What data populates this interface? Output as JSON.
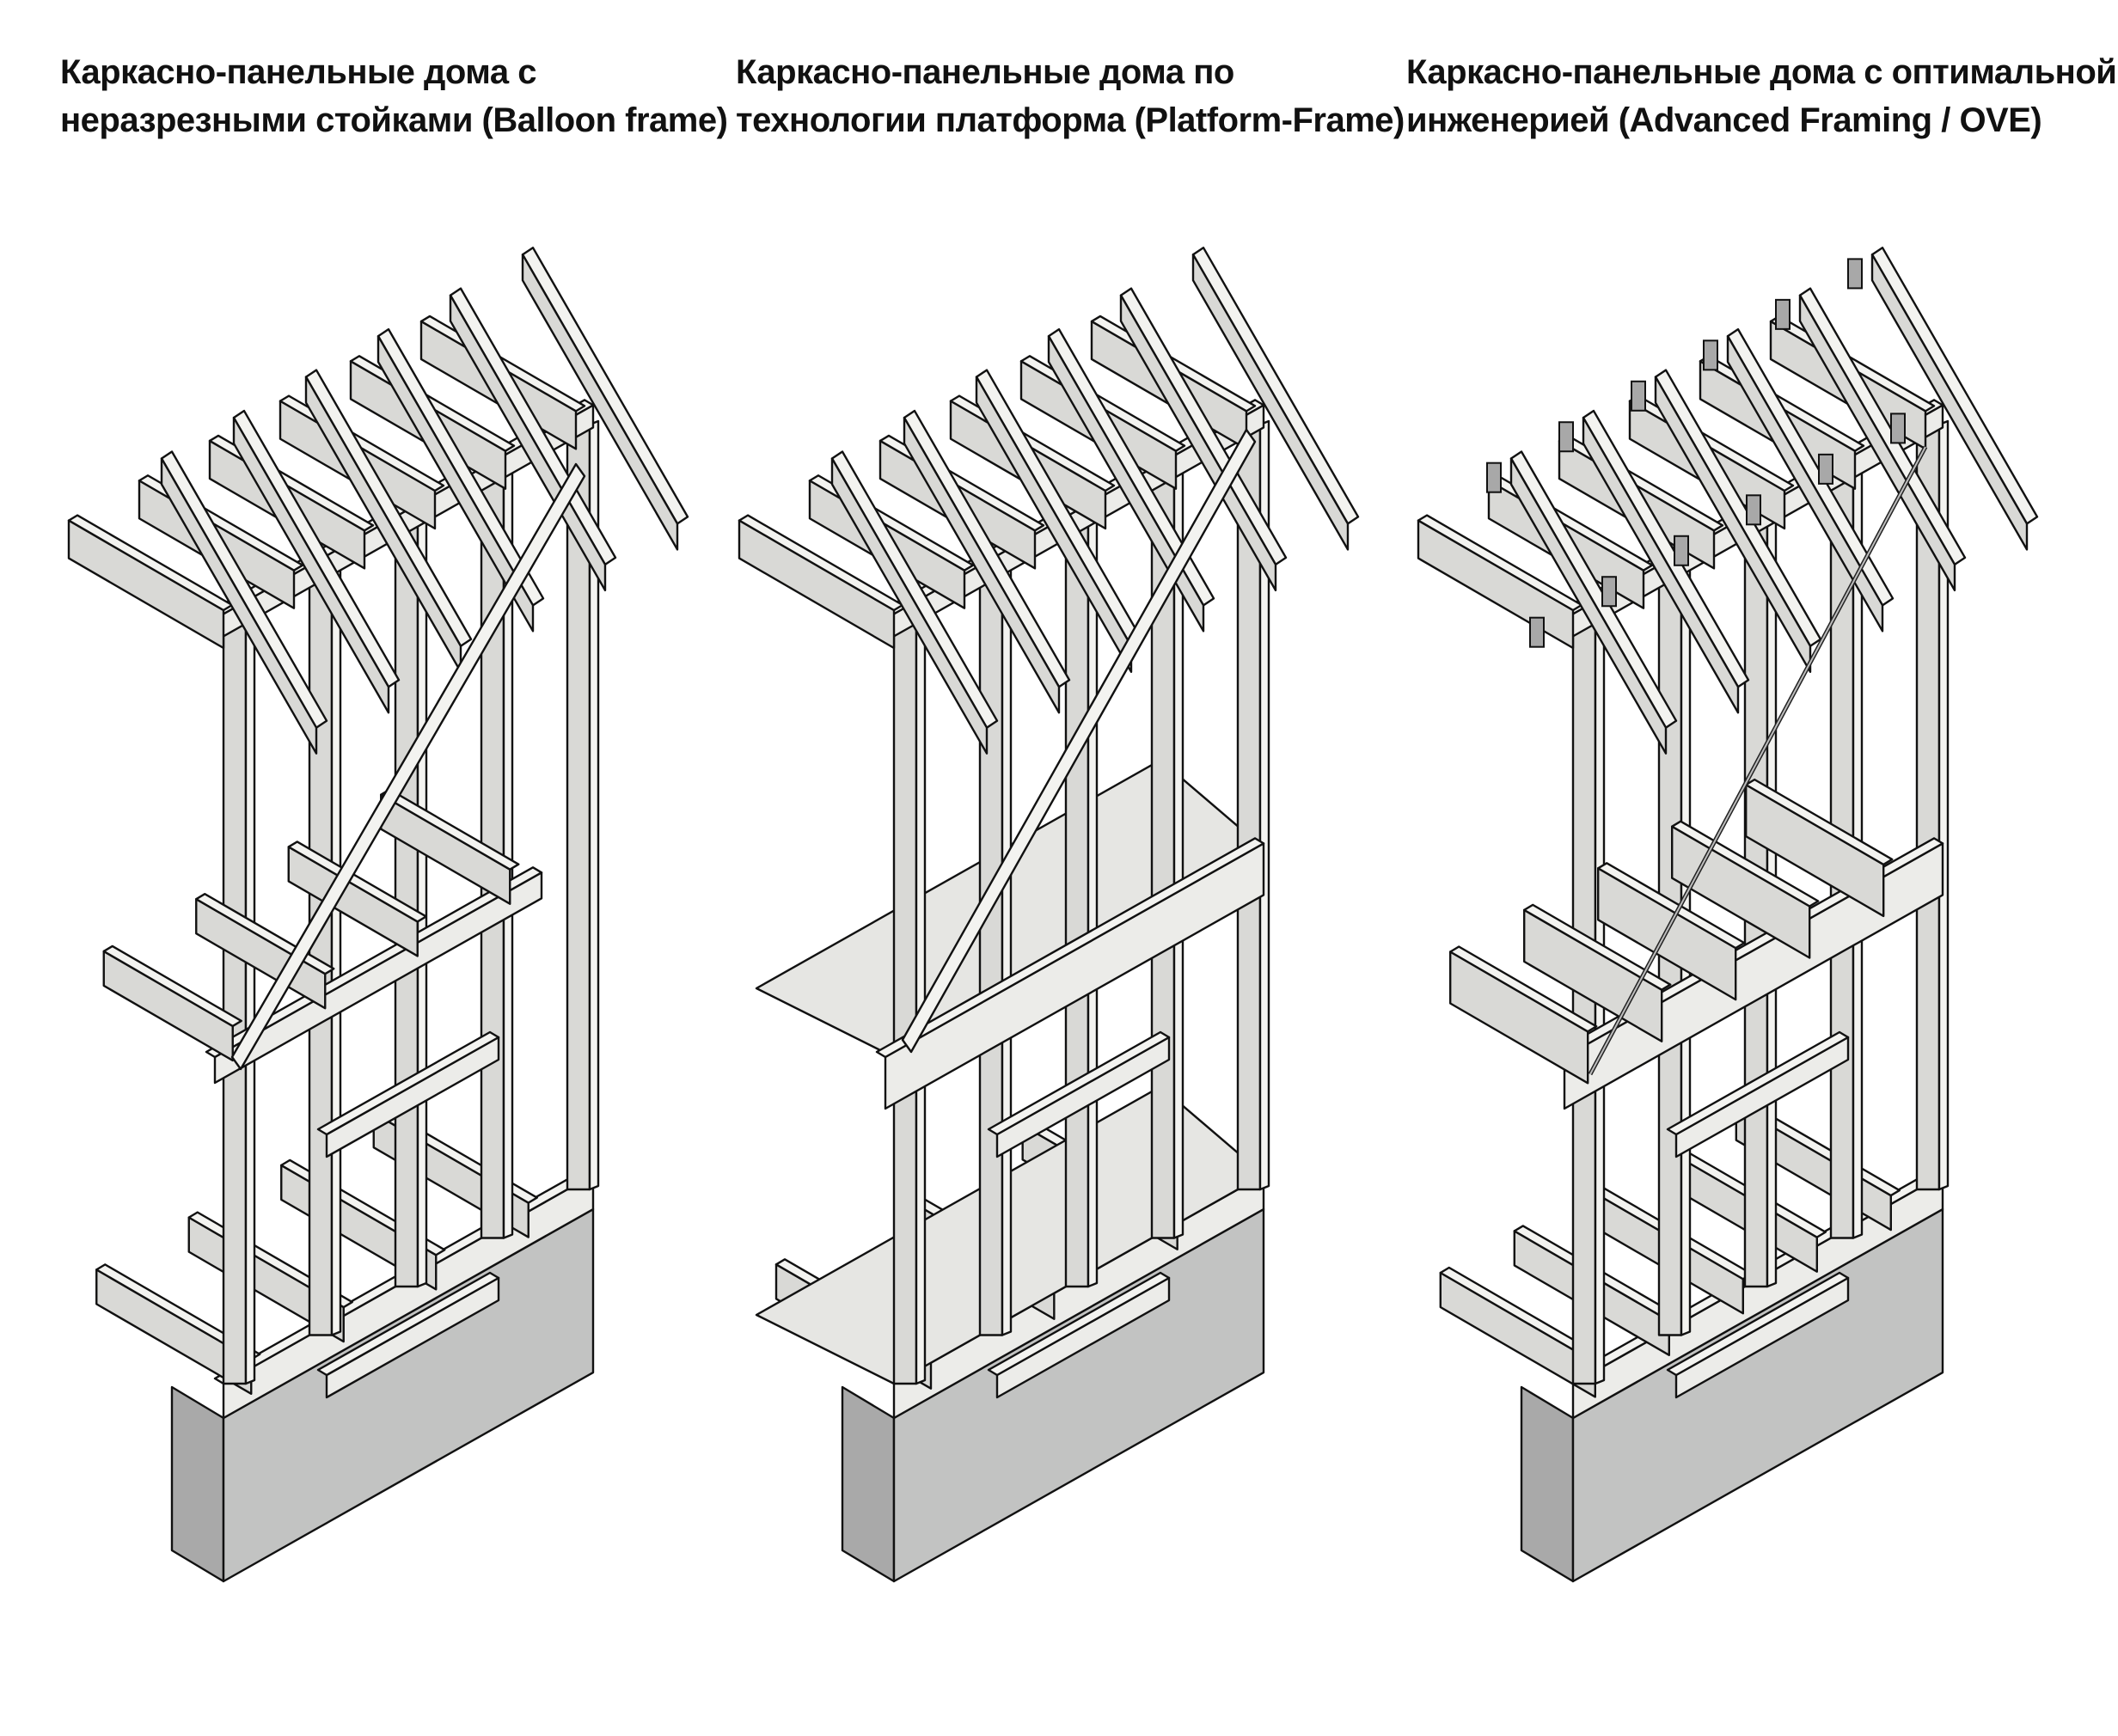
{
  "diagrams": [
    {
      "id": "balloon",
      "title_lines": [
        "Каркасно-панельные дома с",
        "неразрезными стойками (Balloon frame)"
      ],
      "system": "Balloon frame",
      "studs": "continuous",
      "stud_count": 5,
      "rafter_count": 6,
      "ceiling_joist_count": 6,
      "floor_joist_count": 4,
      "bracing": "let-in diagonal brace",
      "subfloor": false,
      "colors": {
        "wood": "#d9d9d6",
        "concrete": "#c2c3c2"
      }
    },
    {
      "id": "platform",
      "title_lines": [
        "Каркасно-панельные дома по",
        "технологии платформа (Platform-Frame)"
      ],
      "system": "Platform-Frame",
      "studs": "per-storey",
      "stud_count": 5,
      "rafter_count": 6,
      "ceiling_joist_count": 6,
      "floor_joist_count": 3,
      "bracing": "let-in diagonal brace",
      "subfloor": true,
      "colors": {
        "wood": "#d9d9d6",
        "concrete": "#c2c3c2"
      }
    },
    {
      "id": "advanced",
      "title_lines": [
        "Каркасно-панельные дома с оптимальной",
        "инженерией (Advanced Framing / OVE)"
      ],
      "system": "Advanced Framing / OVE",
      "studs": "per-storey, aligned",
      "stud_count": 5,
      "rafter_count": 6,
      "ceiling_joist_count": 6,
      "floor_joist_count": 5,
      "bracing": "metal strap brace",
      "connector_plates": true,
      "subfloor": false,
      "colors": {
        "wood": "#d9d9d6",
        "concrete": "#c2c3c2",
        "plate": "#a8a8a8"
      }
    }
  ]
}
